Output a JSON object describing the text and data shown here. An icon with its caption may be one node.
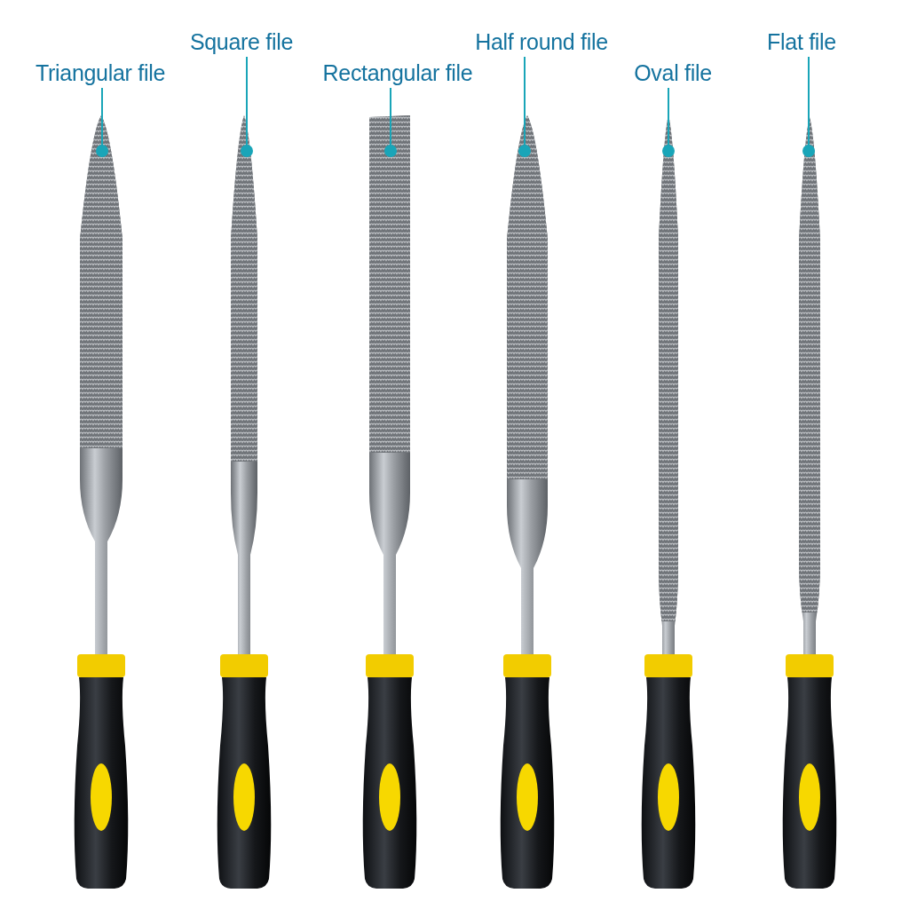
{
  "diagram": {
    "nodes": [
      {
        "text": [
          "Triangular file"
        ]
      },
      {
        "text": [
          "Square file"
        ]
      },
      {
        "text": [
          "Rectangular file"
        ]
      },
      {
        "text": [
          "Half round file"
        ]
      },
      {
        "text": [
          "Oval file"
        ]
      },
      {
        "text": [
          "Flat file"
        ]
      },
      {
        "text": [],
        "shape": "picture"
      },
      {
        "text": [],
        "shape": "picture"
      },
      {
        "text": [],
        "shape": "picture"
      },
      {
        "text": [],
        "shape": "picture"
      },
      {
        "text": [],
        "shape": "picture"
      },
      {
        "text": [],
        "shape": "picture"
      }
    ],
    "edges": [
      {
        "from": 0,
        "to": 6,
        "arrow": "other"
      },
      {
        "from": 1,
        "to": 7,
        "arrow": "other"
      },
      {
        "from": 2,
        "to": 8,
        "arrow": "other"
      },
      {
        "from": 3,
        "to": 9,
        "arrow": "other"
      },
      {
        "from": 4,
        "to": 10,
        "arrow": "other"
      },
      {
        "from": 5,
        "to": 11,
        "arrow": "other"
      }
    ]
  }
}
